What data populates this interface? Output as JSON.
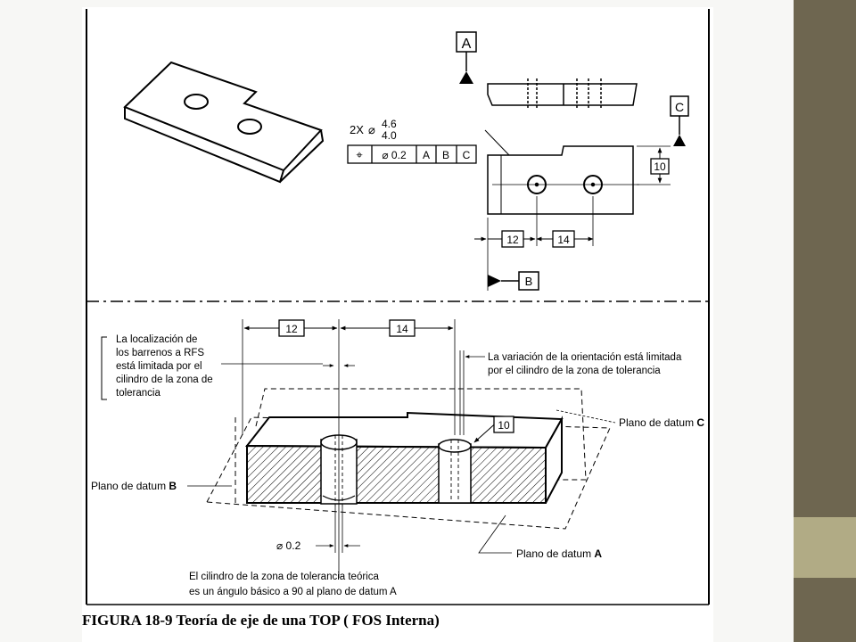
{
  "figure": {
    "caption_number": "FIGURA 18-9",
    "caption_text": "Teoría de eje  de una TOP ( FOS Interna)"
  },
  "top_view": {
    "datum_a": "A",
    "datum_b": "B",
    "datum_c": "C",
    "hole_qty": "2X",
    "hole_dia_symbol": "⌀",
    "hole_upper": "4.6",
    "hole_lower": "4.0",
    "fcf": {
      "position_symbol": "⌖",
      "tolerance": "⌀ 0.2",
      "ref1": "A",
      "ref2": "B",
      "ref3": "C"
    },
    "dim_from_c": "10",
    "dim_from_b": "12",
    "dim_between_holes": "14"
  },
  "iso_view": {
    "dim_12": "12",
    "dim_14": "14",
    "dim_10": "10",
    "note_location": [
      "La localización de",
      "los barrenos a RFS",
      "está limitada por el",
      "cilindro de la zona de",
      "tolerancia"
    ],
    "note_orientation": [
      "La variación de la orientación está limitada",
      "por el cilindro de la zona de tolerancia"
    ],
    "datum_plane_c_prefix": "Plano de datum ",
    "datum_plane_c_letter": "C",
    "datum_plane_b_prefix": "Plano de datum ",
    "datum_plane_b_letter": "B",
    "datum_plane_a_prefix": "Plano de datum ",
    "datum_plane_a_letter": "A",
    "zone_dia": "⌀  0.2",
    "note_bottom": [
      "El cilindro de la zona de tolerancia teórica",
      "es un ángulo básico a 90  al plano de datum A"
    ]
  },
  "colors": {
    "dark_bar": "#6e6650",
    "light_bar": "#b1ab85",
    "ink": "#000000"
  }
}
